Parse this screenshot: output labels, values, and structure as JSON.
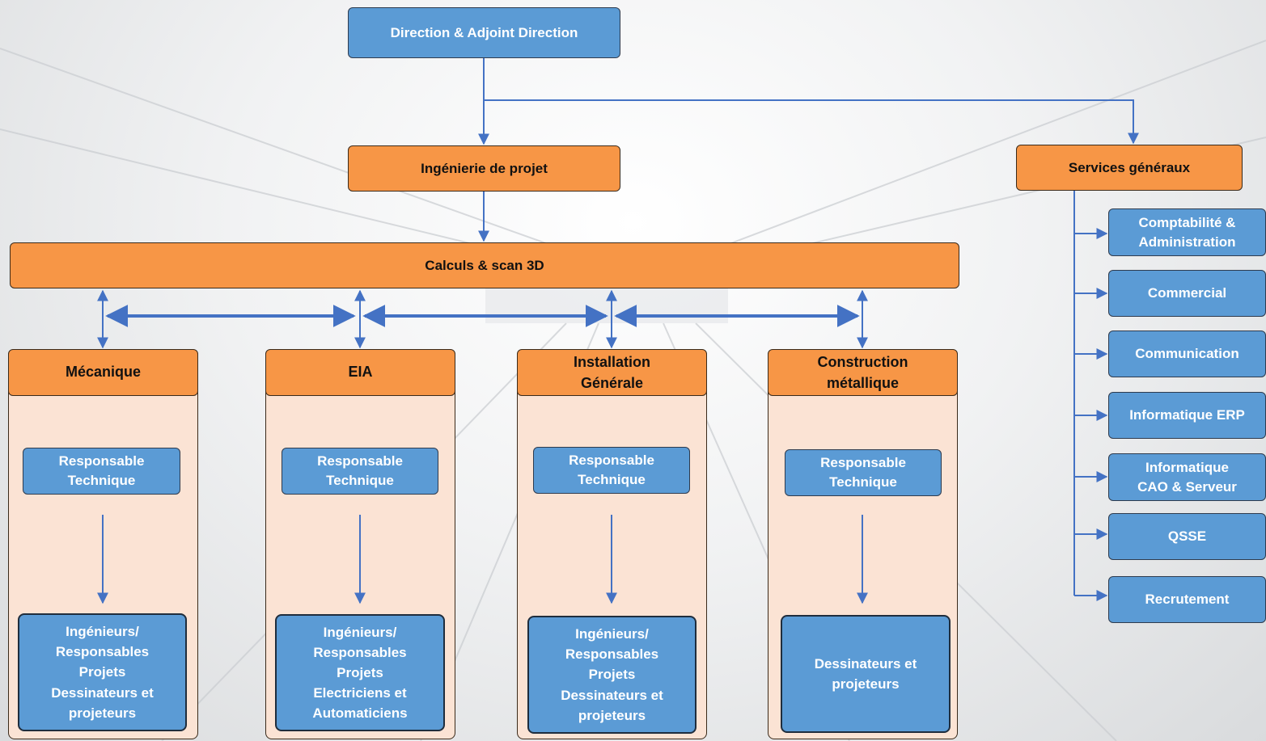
{
  "direction": "Direction & Adjoint Direction",
  "ingenierie": "Ingénierie de projet",
  "services_generaux": "Services généraux",
  "calculs": "Calculs & scan 3D",
  "departments": [
    {
      "title": "Mécanique",
      "responsable": "Responsable\nTechnique",
      "team": "Ingénieurs/\nResponsables\nProjets\nDessinateurs et\nprojeteurs"
    },
    {
      "title": "EIA",
      "responsable": "Responsable\nTechnique",
      "team": "Ingénieurs/\nResponsables\nProjets\nElectriciens et\nAutomaticiens"
    },
    {
      "title": "Installation\nGénérale",
      "responsable": "Responsable\nTechnique",
      "team": "Ingénieurs/\nResponsables\nProjets\nDessinateurs et\nprojeteurs"
    },
    {
      "title": "Construction\nmétallique",
      "responsable": "Responsable\nTechnique",
      "team": "Dessinateurs et\nprojeteurs"
    }
  ],
  "services": [
    "Comptabilité &\nAdministration",
    "Commercial",
    "Communication",
    "Informatique ERP",
    "Informatique\nCAO  & Serveur",
    "QSSE",
    "Recrutement"
  ],
  "colors": {
    "blue": "#5b9bd5",
    "orange": "#f79646",
    "panel": "#fbe3d4",
    "line": "#4472c4"
  }
}
